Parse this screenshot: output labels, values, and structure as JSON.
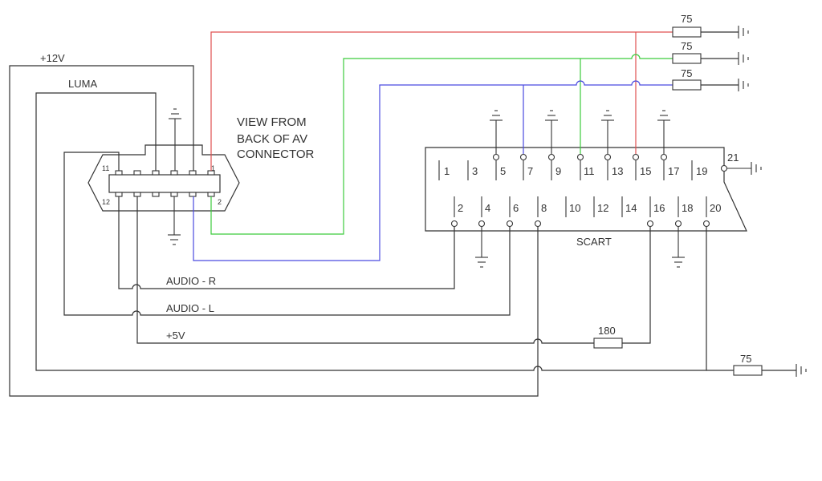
{
  "labels": {
    "plus12v": "+12V",
    "luma": "LUMA",
    "view_line1": "VIEW FROM",
    "view_line2": "BACK OF AV",
    "view_line3": "CONNECTOR",
    "audio_r": "AUDIO - R",
    "audio_l": "AUDIO - L",
    "plus5v": "+5V",
    "scart": "SCART",
    "pin21": "21"
  },
  "av_connector": {
    "pin1": "1",
    "pin2": "2",
    "pin11": "11",
    "pin12": "12"
  },
  "scart_top_pins": [
    "1",
    "3",
    "5",
    "7",
    "9",
    "11",
    "13",
    "15",
    "17",
    "19"
  ],
  "scart_bottom_pins": [
    "2",
    "4",
    "6",
    "8",
    "10",
    "12",
    "14",
    "16",
    "18",
    "20"
  ],
  "resistors": {
    "red": "75",
    "green": "75",
    "blue": "75",
    "pin16": "180",
    "pin20": "75"
  },
  "colors": {
    "wire": "#333333",
    "red": "#e05050",
    "green": "#3ccc3c",
    "blue": "#4a4ae0"
  }
}
